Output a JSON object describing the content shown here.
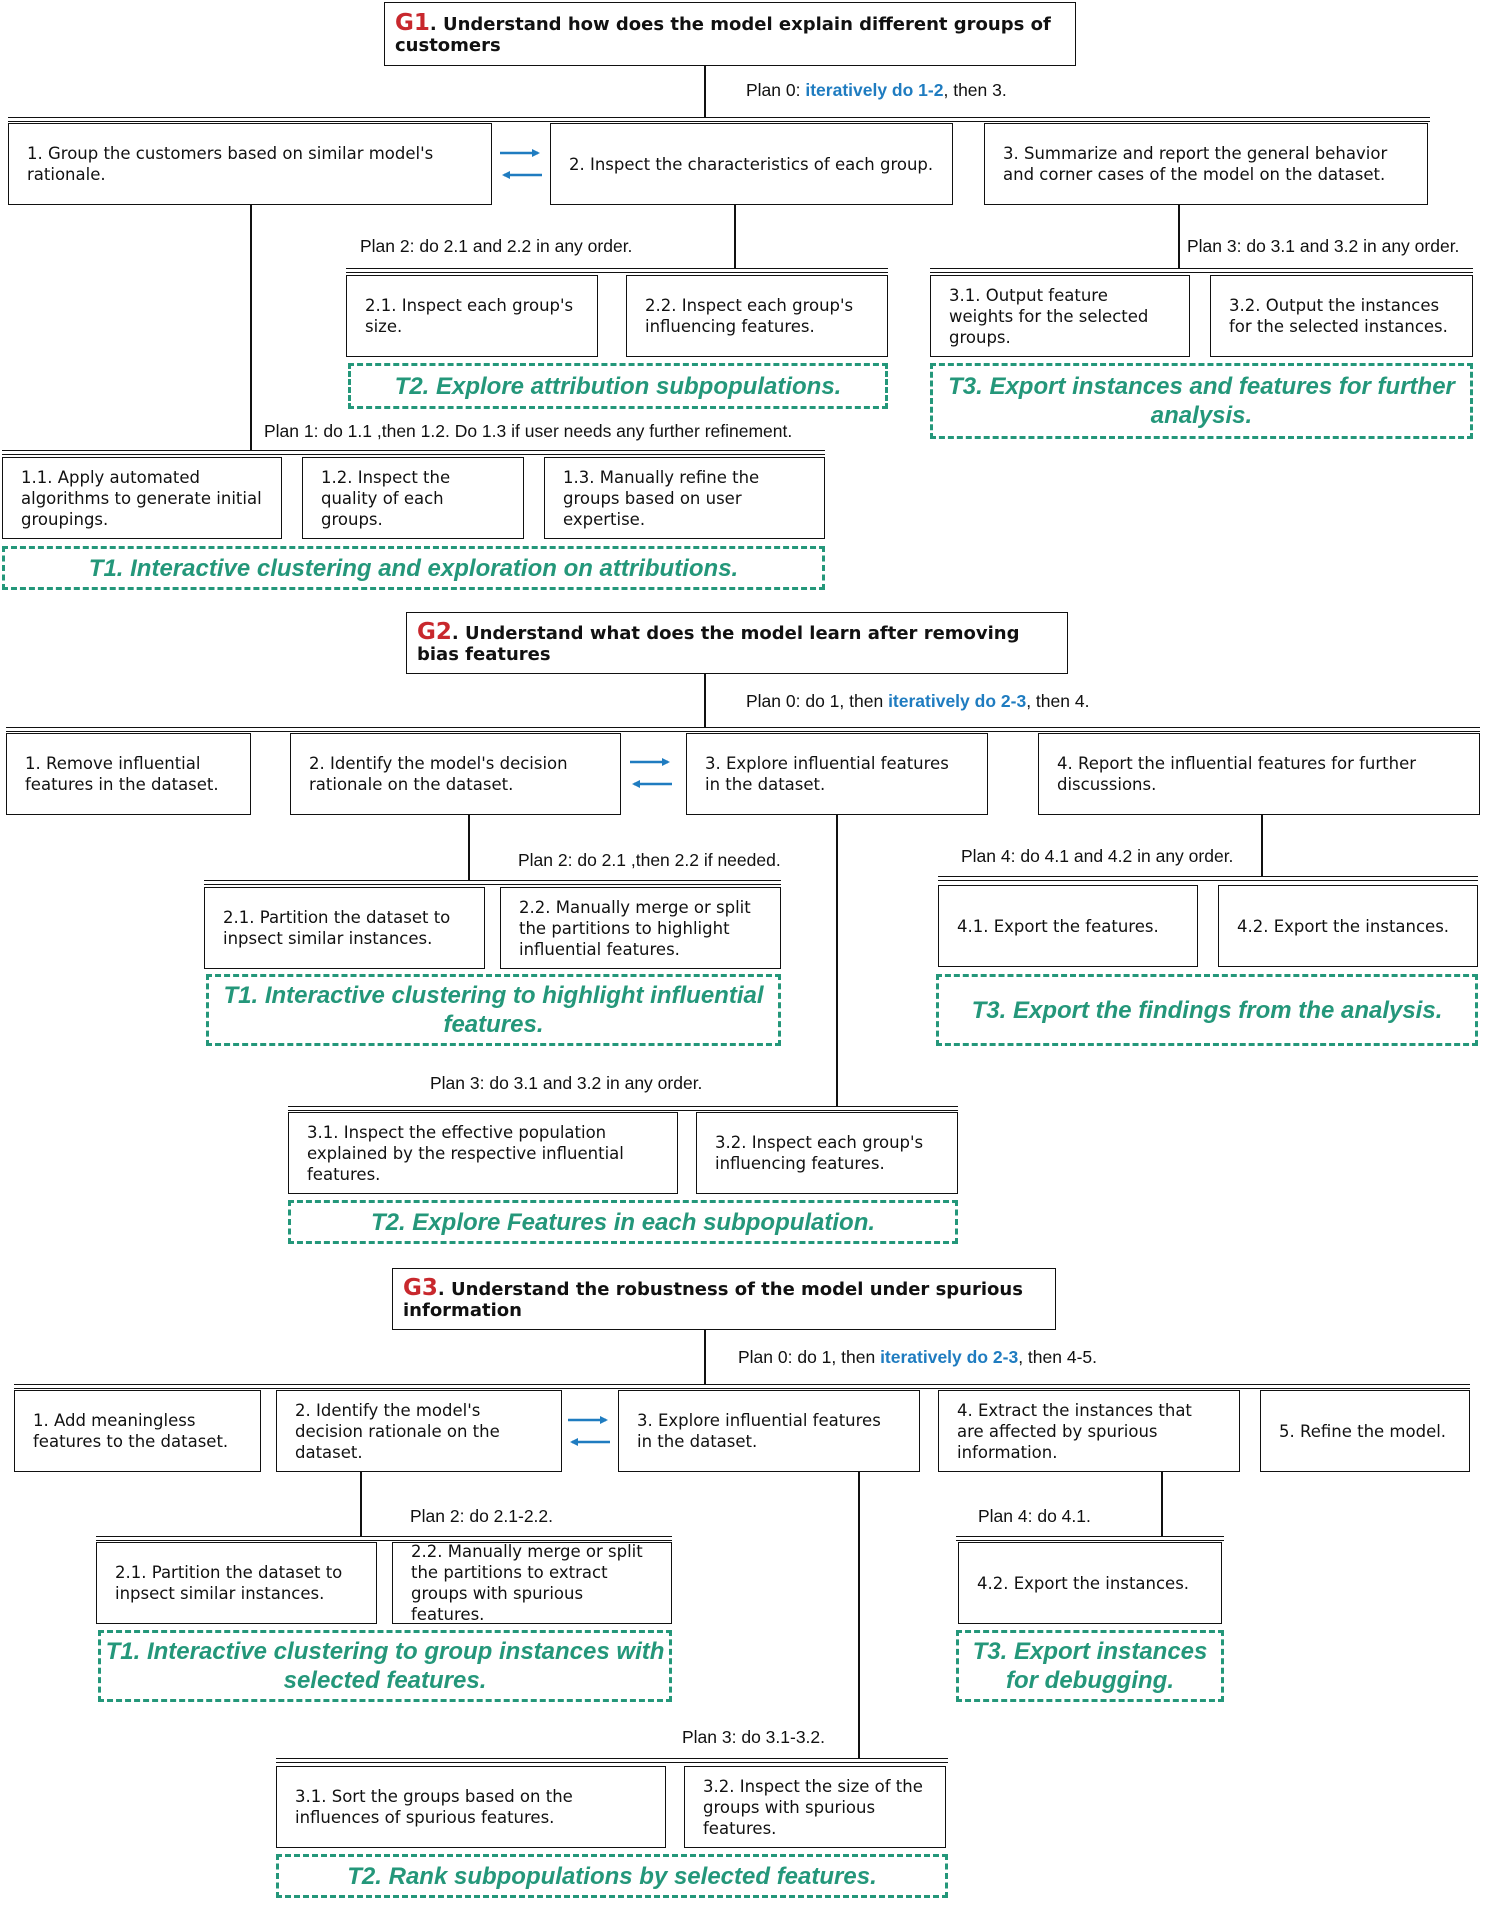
{
  "g1": {
    "id": "G1",
    "goal": ". Understand how does the model explain different groups of customers",
    "plan0": {
      "prefix": "Plan 0: ",
      "highlight": "iteratively do 1-2",
      "suffix": ", then 3."
    },
    "s1": "1. Group the customers based on similar model's rationale.",
    "s2": "2. Inspect the characteristics of each group.",
    "s3": "3. Summarize and report the general behavior and corner cases of the model on the dataset.",
    "plan2": "Plan 2: do 2.1 and 2.2 in any order.",
    "s21": "2.1. Inspect each group's size.",
    "s22": "2.2. Inspect each group's influencing features.",
    "t2": "T2. Explore attribution subpopulations.",
    "plan3": "Plan 3: do 3.1 and 3.2 in any order.",
    "s31": "3.1. Output feature weights for the selected groups.",
    "s32": "3.2. Output the instances for the selected instances.",
    "t3": "T3. Export instances and features for further analysis.",
    "plan1": "Plan 1: do 1.1 ,then 1.2. Do 1.3 if user needs any further refinement.",
    "s11": "1.1. Apply automated algorithms to generate initial groupings.",
    "s12": "1.2. Inspect the quality of each groups.",
    "s13": "1.3. Manually refine the groups based on user expertise.",
    "t1": "T1. Interactive clustering and exploration on attributions."
  },
  "g2": {
    "id": "G2",
    "goal": ". Understand what does the model learn after removing bias features",
    "plan0": {
      "prefix": "Plan 0: do 1, then ",
      "highlight": "iteratively do 2-3",
      "suffix": ", then 4."
    },
    "s1": "1. Remove influential features in the dataset.",
    "s2": "2. Identify the model's decision rationale on the dataset.",
    "s3": "3. Explore influential features in the dataset.",
    "s4": "4. Report the influential features for further discussions.",
    "plan2": "Plan 2: do 2.1 ,then 2.2 if needed.",
    "s21": "2.1. Partition the dataset to inpsect similar instances.",
    "s22": "2.2. Manually merge or split the partitions to highlight influential features.",
    "t1": "T1. Interactive clustering to highlight influential features.",
    "plan4": "Plan 4: do 4.1 and 4.2 in any order.",
    "s41": "4.1. Export the features.",
    "s42": "4.2. Export the instances.",
    "t3": "T3. Export the findings from the analysis.",
    "plan3": "Plan 3: do 3.1 and 3.2 in any order.",
    "s31": "3.1. Inspect the effective population explained by the respective influential features.",
    "s32": "3.2. Inspect each group's influencing features.",
    "t2": "T2. Explore Features in each subpopulation."
  },
  "g3": {
    "id": "G3",
    "goal": ". Understand the robustness of the model under spurious information",
    "plan0": {
      "prefix": "Plan 0: do 1, then ",
      "highlight": "iteratively do 2-3",
      "suffix": ", then 4-5."
    },
    "s1": "1. Add meaningless features to the dataset.",
    "s2": "2. Identify the model's decision rationale on the dataset.",
    "s3": "3. Explore influential features in the dataset.",
    "s4": "4. Extract the instances that are affected by spurious information.",
    "s5": "5. Refine the model.",
    "plan2": "Plan 2: do 2.1-2.2.",
    "s21": "2.1. Partition the dataset to inpsect similar instances.",
    "s22": "2.2. Manually merge or split the partitions to extract groups with spurious features.",
    "t1": "T1. Interactive clustering to group instances with selected features.",
    "plan4": "Plan 4: do 4.1.",
    "s42": "4.2. Export the instances.",
    "t3": "T3. Export instances for debugging.",
    "plan3": "Plan 3: do 3.1-3.2.",
    "s31": "3.1. Sort the groups based on the influences of spurious features.",
    "s32": "3.2. Inspect the size of the groups with spurious features.",
    "t2": "T2. Rank subpopulations by selected features."
  },
  "colors": {
    "goal_id": "#c8282d",
    "highlight": "#1f7cc0",
    "task": "#24977a"
  },
  "icons": {
    "iterate": "bidirectional-arrows-icon"
  }
}
